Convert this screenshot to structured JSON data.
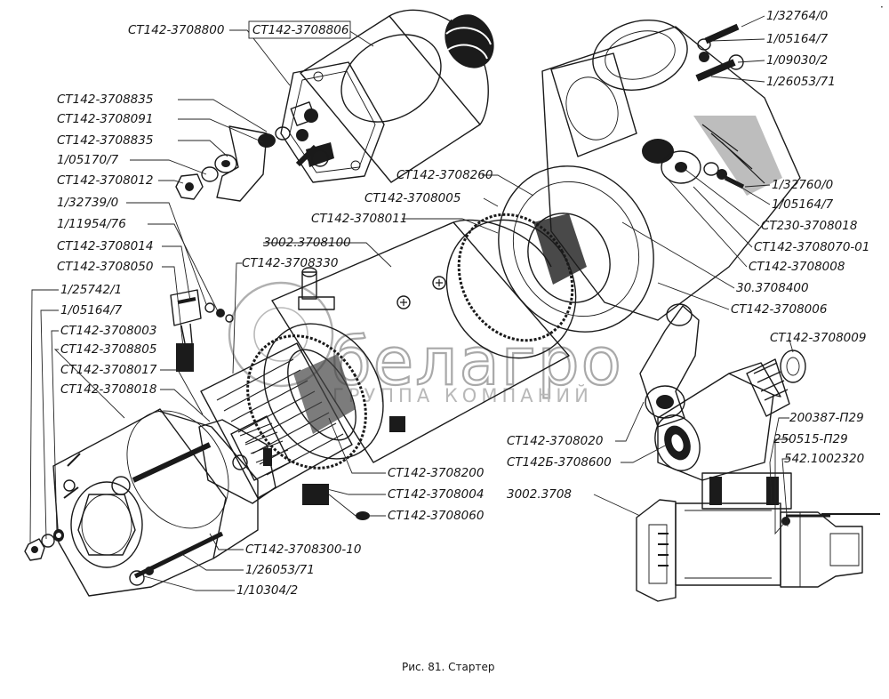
{
  "labels": {
    "l_ct142_3708800": "CT142-3708800",
    "l_ct142_3708806": "CT142-3708806",
    "l_ct142_3708835_a": "CT142-3708835",
    "l_ct142_3708091": "CT142-3708091",
    "l_ct142_3708835_b": "CT142-3708835",
    "l_1_05170_7": "1/05170/7",
    "l_ct142_3708012": "CT142-3708012",
    "l_1_32739_0": "1/32739/0",
    "l_1_11954_76": "1/11954/76",
    "l_ct142_3708014": "CT142-3708014",
    "l_ct142_3708050": "CT142-3708050",
    "l_1_25742_1": "1/25742/1",
    "l_1_05164_7_a": "1/05164/7",
    "l_ct142_3708003": "CT142-3708003",
    "l_ct142_3708805": "CT142-3708805",
    "l_ct142_3708017": "CT142-3708017",
    "l_ct142_3708018": "CT142-3708018",
    "l_ct142_3708330": "CT142-3708330",
    "l_3002_3708100": "3002.3708100",
    "l_ct142_3708011": "CT142-3708011",
    "l_ct142_3708005": "CT142-3708005",
    "l_ct142_3708260": "CT142-3708260",
    "l_1_32764_0": "1/32764/0",
    "l_1_05164_7_b": "1/05164/7",
    "l_1_09030_2": "1/09030/2",
    "l_1_26053_71_a": "1/26053/71",
    "l_1_32760_0": "1/32760/0",
    "l_1_05164_7_c": "1/05164/7",
    "l_ct230_3708018": "CT230-3708018",
    "l_ct142_3708070_01": "CT142-3708070-01",
    "l_ct142_3708008": "CT142-3708008",
    "l_30_3708400": "30.3708400",
    "l_ct142_3708006": "CT142-3708006",
    "l_ct142_3708009": "CT142-3708009",
    "l_200387_p29": "200387-П29",
    "l_250515_p29": "250515-П29",
    "l_542_1002320": "542.1002320",
    "l_ct142_3708020": "CT142-3708020",
    "l_ct142b_3708600": "CT142Б-3708600",
    "l_3002_3708": "3002.3708",
    "l_ct142_3708200": "CT142-3708200",
    "l_ct142_3708004": "CT142-3708004",
    "l_ct142_3708060": "CT142-3708060",
    "l_ct142_3708300_10": "CT142-3708300-10",
    "l_1_26053_71_b": "1/26053/71",
    "l_1_10304_2": "1/10304/2"
  },
  "caption": "Рис. 81. Стартер",
  "watermark": {
    "brand": "белагро",
    "subtitle": "ГРУППА КОМПАНИЙ"
  },
  "ui": {
    "corner_dot": "·"
  }
}
